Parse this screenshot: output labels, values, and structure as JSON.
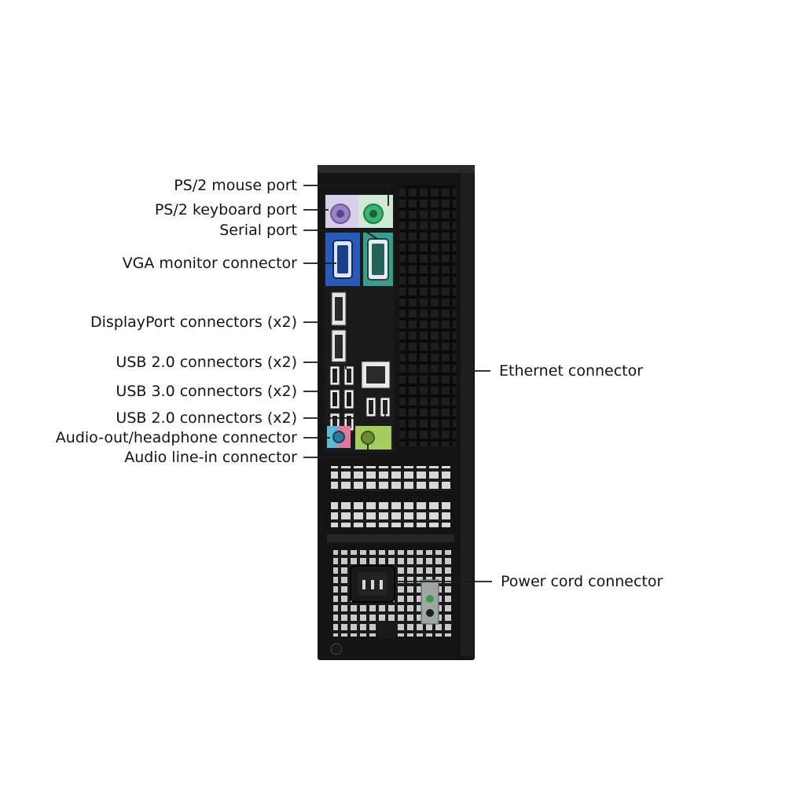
{
  "diagram": {
    "left_labels": {
      "ps2_mouse": "PS/2 mouse port",
      "ps2_keyboard": "PS/2 keyboard port",
      "serial": "Serial port",
      "vga": "VGA monitor connector",
      "displayport": "DisplayPort connectors (x2)",
      "usb2_top": "USB 2.0 connectors (x2)",
      "usb3": "USB 3.0 connectors (x2)",
      "usb2_bottom": "USB 2.0 connectors (x2)",
      "audio_out": "Audio-out/headphone connector",
      "audio_in": "Audio line-in connector"
    },
    "right_labels": {
      "ethernet": "Ethernet connector",
      "power": "Power cord connector"
    },
    "colors": {
      "chassis": "#141414",
      "ps2_mouse": "#38b66c",
      "ps2_keyboard": "#9a82c8",
      "vga_panel": "#2a5bb8",
      "serial_panel": "#3a9c8c",
      "audio_out": "#5cb9d8",
      "audio_in": "#a4cc60",
      "leader_line": "#1a1a1a",
      "power_led": "#3a9a4a"
    }
  }
}
